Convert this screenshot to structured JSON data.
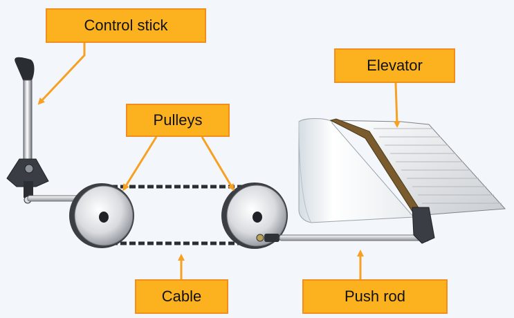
{
  "labels": {
    "control_stick": "Control stick",
    "elevator": "Elevator",
    "pulleys": "Pulleys",
    "cable": "Cable",
    "push_rod": "Push rod"
  },
  "colors": {
    "background": "#f3f6fa",
    "label_fill": "#fbb21e",
    "label_border": "#f28f1c",
    "arrow": "#f7a021"
  }
}
